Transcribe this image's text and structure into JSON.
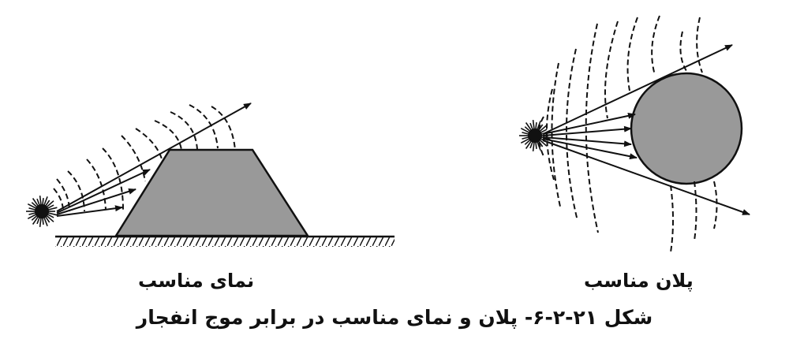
{
  "figure": {
    "caption": "شکل ۲۱-۲-۶- پلان و نمای مناسب در برابر موج انفجار",
    "elevation_label": "نمای مناسب",
    "plan_label": "پلان مناسب"
  },
  "icons": [
    "explosion-burst-icon",
    "explosion-burst-icon"
  ],
  "colors": {
    "ink": "#111111",
    "shield_fill": "#999999",
    "background": "#ffffff"
  }
}
